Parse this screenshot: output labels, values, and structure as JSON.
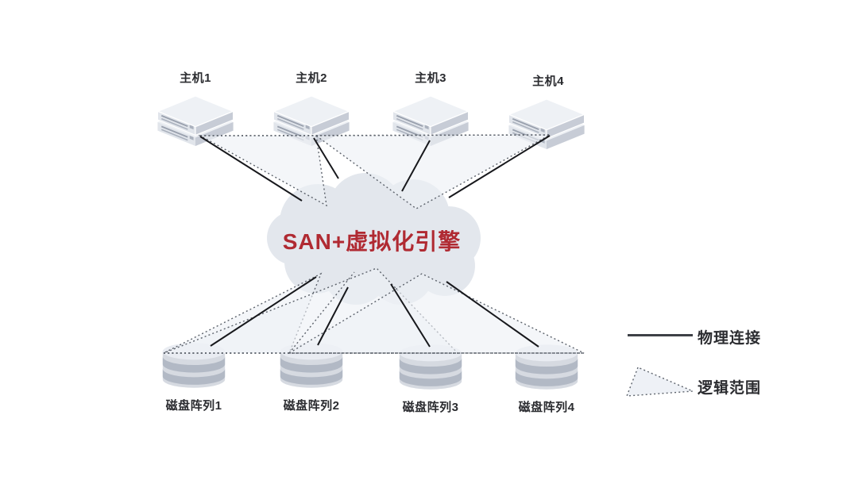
{
  "cloud": {
    "label": "SAN+虚拟化引擎"
  },
  "hosts": [
    {
      "label": "主机1"
    },
    {
      "label": "主机2"
    },
    {
      "label": "主机3"
    },
    {
      "label": "主机4"
    }
  ],
  "disks": [
    {
      "label": "磁盘阵列1"
    },
    {
      "label": "磁盘阵列2"
    },
    {
      "label": "磁盘阵列3"
    },
    {
      "label": "磁盘阵列4"
    }
  ],
  "legend": {
    "physical": {
      "label": "物理连接",
      "symbol": "solid-line"
    },
    "logical": {
      "label": "逻辑范围",
      "symbol": "dotted-triangle"
    }
  },
  "colors": {
    "background": "#ffffff",
    "cloud_fill": "#e3e7ed",
    "cloud_text": "#b02a32",
    "solid_line": "#17181c",
    "dotted_line": "#5d636c",
    "logical_range_fill": "#edf1f6",
    "label_text": "#2b2c30"
  }
}
